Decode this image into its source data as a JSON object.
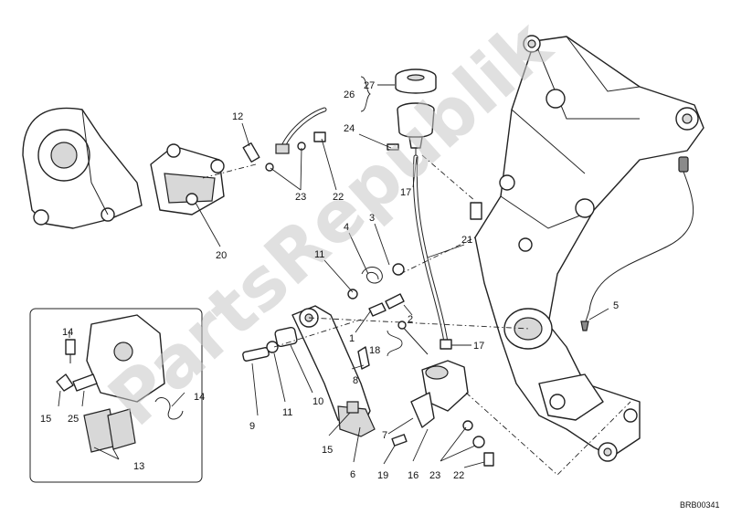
{
  "diagram": {
    "watermark": "PartsRepublik",
    "drawing_code": "BRB00341",
    "callouts": [
      "27",
      "26",
      "24",
      "17",
      "12",
      "23",
      "22",
      "20",
      "3",
      "4",
      "11",
      "21",
      "1",
      "2",
      "18",
      "17",
      "5",
      "14",
      "14",
      "15",
      "25",
      "13",
      "9",
      "11",
      "10",
      "8",
      "7",
      "15",
      "6",
      "19",
      "16",
      "23",
      "22"
    ],
    "colors": {
      "line": "#222222",
      "watermark": "#c6c6c6",
      "background": "#ffffff"
    }
  }
}
